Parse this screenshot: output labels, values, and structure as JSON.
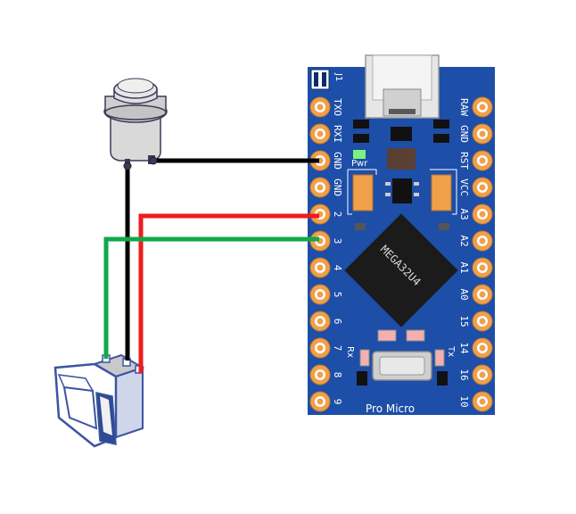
{
  "board": {
    "name": "Pro Micro",
    "chip": "MEGA32U4",
    "header_label": "J1",
    "pwr_label": "Pwr",
    "rx_label": "Rx",
    "tx_label": "Tx",
    "left_pins": [
      "TXO",
      "RXI",
      "GND",
      "GND",
      "2",
      "3",
      "4",
      "5",
      "6",
      "7",
      "8",
      "9"
    ],
    "right_pins": [
      "RAW",
      "GND",
      "RST",
      "VCC",
      "A3",
      "A2",
      "A1",
      "A0",
      "15",
      "14",
      "16",
      "10"
    ]
  },
  "components": [
    "push-button",
    "rocker-switch"
  ],
  "wires": [
    {
      "color": "black",
      "from": "push-button",
      "to": "GND"
    },
    {
      "color": "red",
      "from": "rocker-switch",
      "to": "2"
    },
    {
      "color": "green",
      "from": "rocker-switch",
      "to": "3"
    },
    {
      "color": "black",
      "from": "push-button",
      "to": "rocker-switch"
    }
  ],
  "colors": {
    "board": "#1d4ea8",
    "pad": "#f0a04a",
    "wire_black": "#000000",
    "wire_red": "#ee1c1c",
    "wire_green": "#10a84a",
    "switch": "#3a55a0"
  }
}
